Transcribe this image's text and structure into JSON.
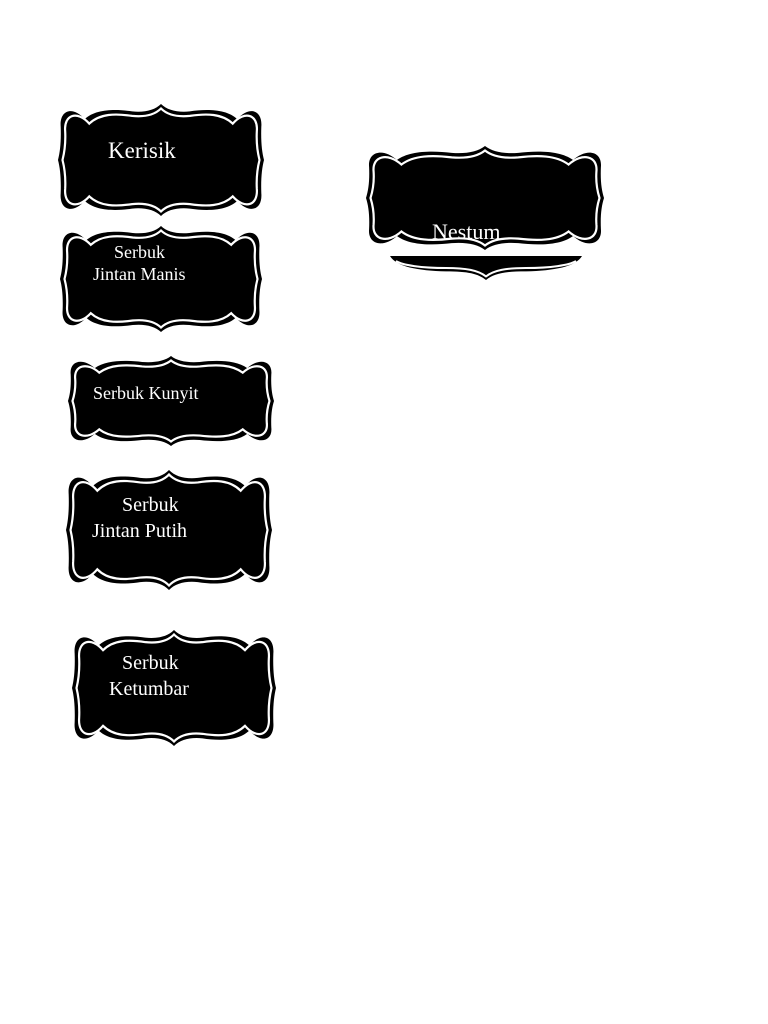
{
  "labels": {
    "kerisik": "Kerisik",
    "jintan_manis_line1": "Serbuk",
    "jintan_manis_line2": "Jintan Manis",
    "kunyit": "Serbuk Kunyit",
    "jintan_putih_line1": "Serbuk",
    "jintan_putih_line2": "Jintan Putih",
    "ketumbar_line1": "Serbuk",
    "ketumbar_line2": "Ketumbar",
    "nestum": "Nestum"
  },
  "colors": {
    "label_fill": "#000000",
    "label_text": "#ffffff",
    "page_background": "#ffffff"
  },
  "frame_shape": "ornate-scalloped-bracket-frame"
}
